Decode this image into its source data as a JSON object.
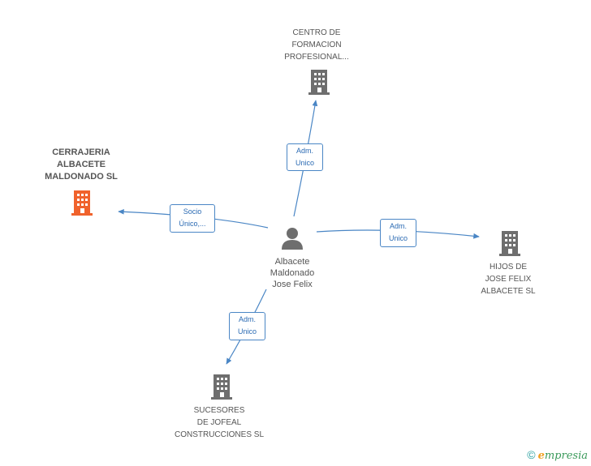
{
  "colors": {
    "edge": "#4a86c5",
    "building_default": "#6e6e6e",
    "building_highlight": "#f0622c",
    "person": "#6e6e6e"
  },
  "person": {
    "icon": "person-icon",
    "lines": [
      "Albacete",
      "Maldonado",
      "Jose Felix"
    ]
  },
  "companies": {
    "centro": {
      "icon": "building-icon",
      "lines": [
        "CENTRO DE",
        "FORMACION",
        "PROFESIONAL..."
      ]
    },
    "cerrajeria": {
      "icon": "building-icon",
      "lines": [
        "CERRAJERIA",
        "ALBACETE",
        "MALDONADO SL"
      ]
    },
    "hijos": {
      "icon": "building-icon",
      "lines": [
        "HIJOS DE",
        "JOSE FELIX",
        "ALBACETE SL"
      ]
    },
    "sucesores": {
      "icon": "building-icon",
      "lines": [
        "SUCESORES",
        "DE JOFEAL",
        "CONSTRUCCIONES SL"
      ]
    }
  },
  "edges": {
    "centro": [
      "Adm.",
      "Unico"
    ],
    "cerrajeria": [
      "Socio",
      "Único,..."
    ],
    "hijos": [
      "Adm.",
      "Unico"
    ],
    "sucesores": [
      "Adm.",
      "Unico"
    ]
  },
  "brand": {
    "copyright": "©",
    "e": "e",
    "rest": "mpresia"
  }
}
